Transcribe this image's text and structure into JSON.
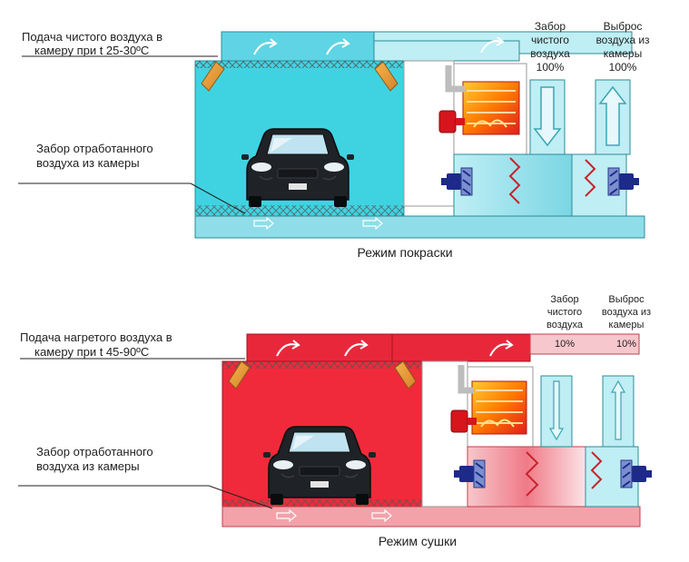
{
  "paint_mode": {
    "supply_label": [
      "Подача чистого воздуха в",
      "камеру при t 25-30ºC"
    ],
    "exhaust_label": [
      "Забор отработанного",
      "воздуха из камеры"
    ],
    "intake_label": [
      "Забор",
      "чистого",
      "воздуха",
      "100%"
    ],
    "outlet_label": [
      "Выброс",
      "воздуха из",
      "камеры",
      "100%"
    ],
    "caption": "Режим покраски",
    "colors": {
      "chamber": "#3fd3e2",
      "top": "#5fd4e4",
      "duct": "#bfeef4",
      "base": "#8fdde8"
    }
  },
  "dry_mode": {
    "supply_label": [
      "Подача нагретого воздуха в",
      "камеру при t 45-90ºC"
    ],
    "exhaust_label": [
      "Забор отработанного",
      "воздуха из камеры"
    ],
    "intake_label": [
      "Забор",
      "чистого",
      "воздуха",
      "10%"
    ],
    "outlet_label": [
      "Выброс",
      "воздуха из",
      "камеры",
      "10%"
    ],
    "caption": "Режим сушки",
    "colors": {
      "chamber": "#f02a3a",
      "top": "#e8283a",
      "duct": "#f6c7cc",
      "base": "#f3a2aa"
    }
  },
  "icons": [
    "car-icon",
    "fan-icon",
    "burner-icon",
    "filter-icon",
    "arrow-icon"
  ]
}
